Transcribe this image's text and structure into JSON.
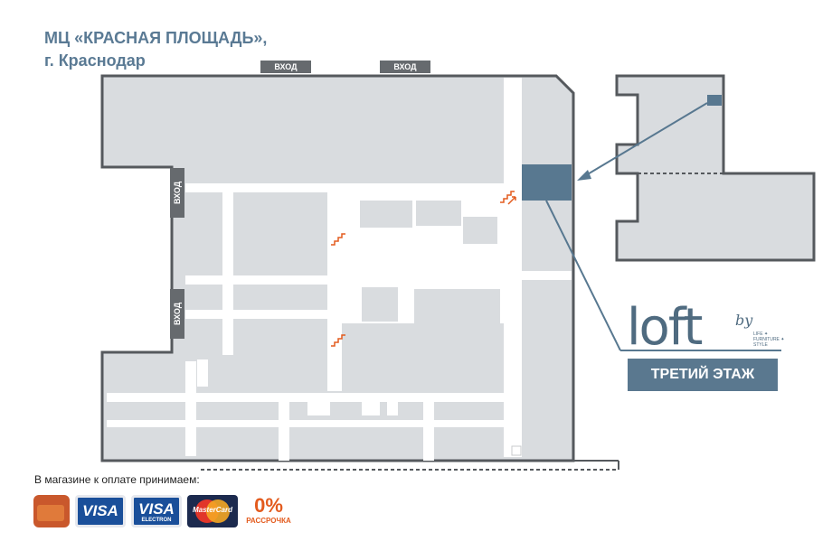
{
  "header": {
    "title": "МЦ «КРАСНАЯ ПЛОЩАДЬ»,",
    "city": "г. Краснодар"
  },
  "entrances": {
    "label": "ВХОД",
    "top_left": "ВХОД",
    "top_right": "ВХОД",
    "left_top": "ВХОД",
    "left_bottom": "ВХОД"
  },
  "store": {
    "logo_word": "loft",
    "logo_script": "by",
    "logo_tag": "LIFE ✦ FURNITURE ✦ STYLE",
    "floor_label": "ТРЕТИЙ ЭТАЖ"
  },
  "payment": {
    "title": "В магазине к оплате принимаем:",
    "visa": "VISA",
    "visa_electron": "VISA",
    "electron_sub": "ELECTRON",
    "mastercard": "MasterCard",
    "installment_big": "0%",
    "installment_small": "РАССРОЧКА"
  },
  "colors": {
    "building": "#d9dcdf",
    "building_outline": "#55595d",
    "store_highlight": "#587890",
    "accent_text": "#5a7a94",
    "stairs": "#e35b1e"
  }
}
